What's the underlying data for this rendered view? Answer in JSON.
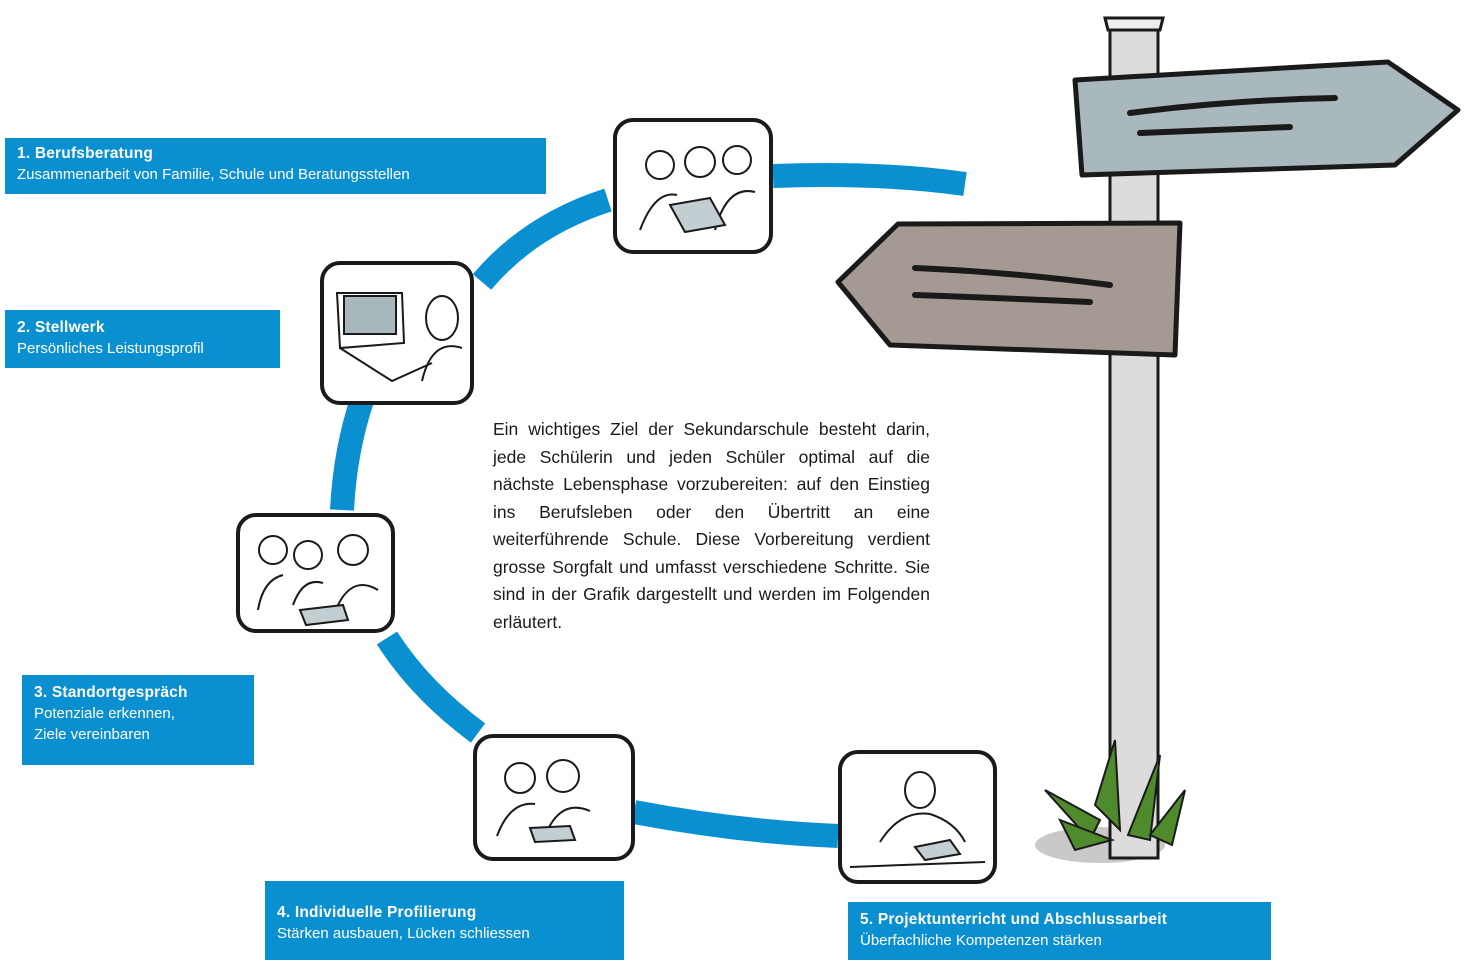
{
  "intro_text": "Ein wichtiges Ziel der Sekundarschule besteht darin, jede Schülerin und jeden Schüler optimal auf die nächste Lebensphase vorzubereiten: auf den Einstieg ins Berufsleben oder den Übertritt an eine weiterführende Schule. Diese Vorbereitung verdient grosse Sorgfalt und umfasst verschiedene Schritte. Sie sind in der Grafik dargestellt und werden im Folgenden erläutert.",
  "steps": [
    {
      "title": "1. Berufsberatung",
      "subtitle": "Zusammenarbeit von Familie, Schule und Beratungsstellen"
    },
    {
      "title": "2. Stellwerk",
      "subtitle": "Persönliches Leistungsprofil"
    },
    {
      "title": "3. Standortgespräch",
      "subtitle_line1": "Potenziale erkennen,",
      "subtitle_line2": "Ziele vereinbaren"
    },
    {
      "title": "4. Individuelle Profilierung",
      "subtitle": "Stärken ausbauen, Lücken schliessen"
    },
    {
      "title": "5. Projektunterricht und Abschlussarbeit",
      "subtitle": "Überfachliche Kompetenzen stärken"
    }
  ],
  "colors": {
    "label_blue": "#0a90d0",
    "path_blue": "#0a90d0",
    "sign_top": "#a9b8bd",
    "sign_bottom": "#a59a93",
    "post": "#dcdcdc",
    "grass": "#4f8a2c"
  },
  "illustrations": [
    "people-reading-book-icon",
    "laptop-user-icon",
    "group-discussion-icon",
    "pair-working-icon",
    "student-writing-icon",
    "signpost-icon"
  ]
}
